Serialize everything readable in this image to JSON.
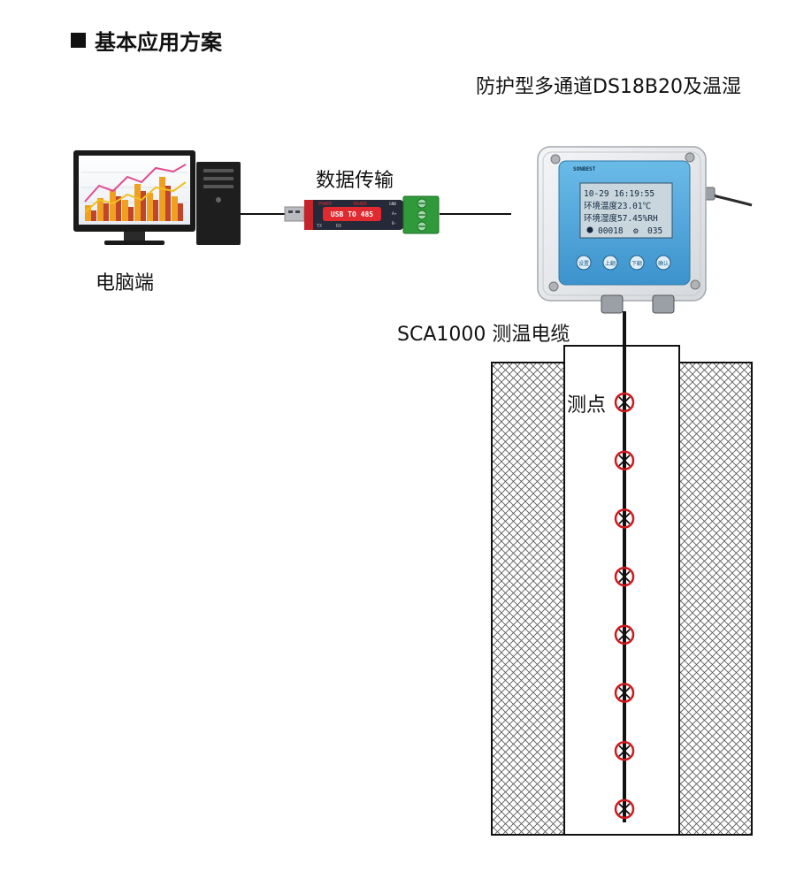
{
  "section_title": "基本应用方案",
  "device_title": "防护型多通道DS18B20及温湿",
  "computer_label": "电脑端",
  "transfer_label": "数据传输",
  "cable_label": "SCA1000  测温电缆",
  "probe_label": "测点",
  "converter": {
    "power": "POWER",
    "model": "RS485",
    "text": "USB TO 485",
    "pins": [
      "GND",
      "A+",
      "B-"
    ],
    "side": [
      "TX",
      "RX"
    ]
  },
  "device": {
    "brand": "SONBEST",
    "lcd_line1": "10-29 16:19:55",
    "lcd_line2": "环境温度23.01℃",
    "lcd_line3": "环境湿度57.45%RH",
    "lcd_line4_a": "00018",
    "lcd_line4_b": "035",
    "buttons": [
      "设置",
      "上翻",
      "下翻",
      "确认"
    ]
  },
  "probe_count": 8,
  "colors": {
    "probe": "#d4171b",
    "panel": "#4aa2d8",
    "terminal": "#2f9a3a"
  }
}
